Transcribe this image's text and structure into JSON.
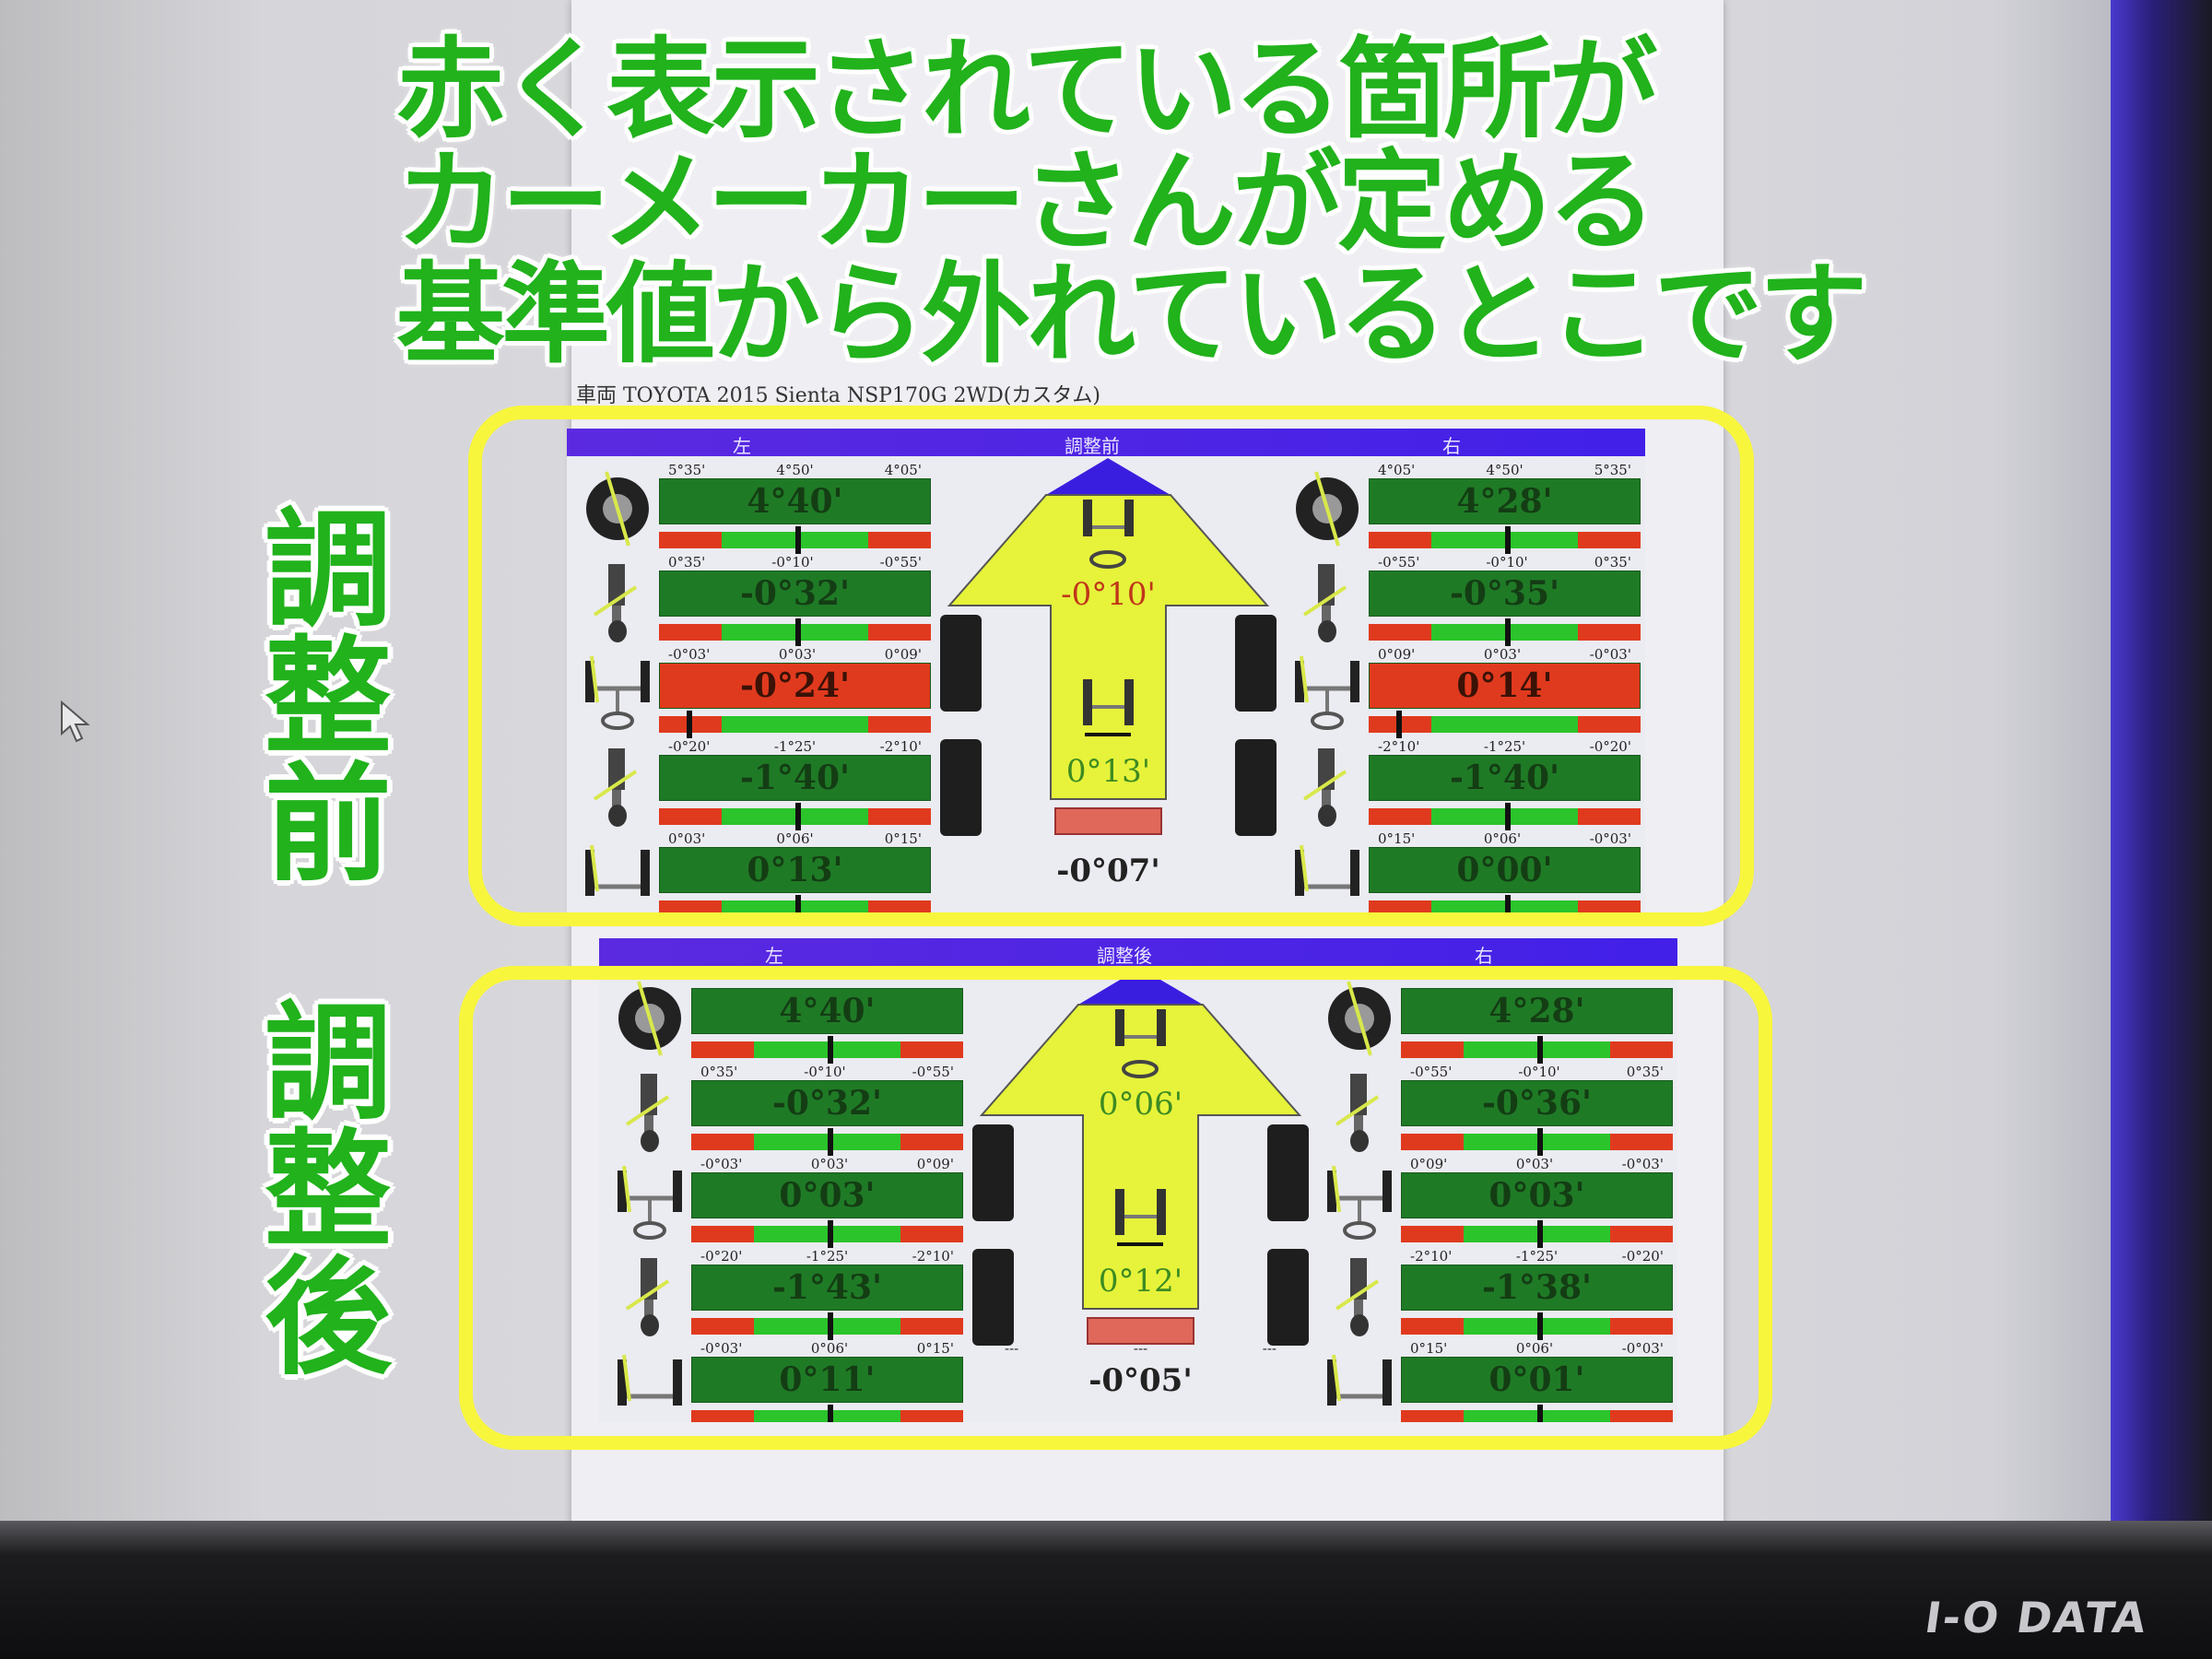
{
  "overlay": {
    "line1": "赤く表示されている箇所が",
    "line2": "カーメーカーさんが定める",
    "line3": "基準値から外れているとこです",
    "label_before": "調整前",
    "label_after": "調整後"
  },
  "vehicle": "車両 TOYOTA 2015 Sienta NSP170G 2WD(カスタム)",
  "brand": "I-O DATA",
  "colors": {
    "ok": "#1f7a26",
    "out": "#e03a1e",
    "header": "#4a22e6",
    "overlay_text": "#21b21c",
    "highlight": "#f8f63c"
  },
  "panels": [
    {
      "id": "before",
      "title": "調整前",
      "left_label": "左",
      "right_label": "右",
      "left": [
        {
          "param": "caster",
          "icon": "wheel-icon",
          "scale": [
            "5°35'",
            "4°50'",
            "4°05'"
          ],
          "value": "4°40'",
          "status": "ok",
          "needle": 0.5
        },
        {
          "param": "camber",
          "icon": "strut-icon",
          "scale": [
            "0°35'",
            "-0°10'",
            "-0°55'"
          ],
          "value": "-0°32'",
          "status": "ok",
          "needle": 0.5
        },
        {
          "param": "toe",
          "icon": "steering-axle-icon",
          "scale": [
            "-0°03'",
            "0°03'",
            "0°09'"
          ],
          "value": "-0°24'",
          "status": "out",
          "needle": 0.1
        },
        {
          "param": "rear-camber",
          "icon": "strut-icon",
          "scale": [
            "-0°20'",
            "-1°25'",
            "-2°10'"
          ],
          "value": "-1°40'",
          "status": "ok",
          "needle": 0.5
        },
        {
          "param": "rear-toe",
          "icon": "axle-icon",
          "scale": [
            "0°03'",
            "0°06'",
            "0°15'"
          ],
          "value": "0°13'",
          "status": "ok",
          "needle": 0.5
        }
      ],
      "right": [
        {
          "param": "caster",
          "icon": "wheel-icon",
          "scale": [
            "4°05'",
            "4°50'",
            "5°35'"
          ],
          "value": "4°28'",
          "status": "ok",
          "needle": 0.5
        },
        {
          "param": "camber",
          "icon": "strut-icon",
          "scale": [
            "-0°55'",
            "-0°10'",
            "0°35'"
          ],
          "value": "-0°35'",
          "status": "ok",
          "needle": 0.5
        },
        {
          "param": "toe",
          "icon": "steering-axle-icon",
          "scale": [
            "0°09'",
            "0°03'",
            "-0°03'"
          ],
          "value": "0°14'",
          "status": "out",
          "needle": 0.1
        },
        {
          "param": "rear-camber",
          "icon": "strut-icon",
          "scale": [
            "-2°10'",
            "-1°25'",
            "-0°20'"
          ],
          "value": "-1°40'",
          "status": "ok",
          "needle": 0.5
        },
        {
          "param": "rear-toe",
          "icon": "axle-icon",
          "scale": [
            "0°15'",
            "0°06'",
            "-0°03'"
          ],
          "value": "0°00'",
          "status": "ok",
          "needle": 0.5
        }
      ],
      "front_total": {
        "value": "-0°10'",
        "status": "out"
      },
      "rear_total": {
        "value": "0°13'",
        "status": "ok"
      },
      "thrust": {
        "value": "-0°07'",
        "scale": [
          "",
          "",
          ""
        ]
      }
    },
    {
      "id": "after",
      "title": "調整後",
      "left_label": "左",
      "right_label": "右",
      "left": [
        {
          "param": "caster",
          "icon": "wheel-icon",
          "scale": [
            "",
            "",
            ""
          ],
          "value": "4°40'",
          "status": "ok",
          "needle": 0.5
        },
        {
          "param": "camber",
          "icon": "strut-icon",
          "scale": [
            "0°35'",
            "-0°10'",
            "-0°55'"
          ],
          "value": "-0°32'",
          "status": "ok",
          "needle": 0.5
        },
        {
          "param": "toe",
          "icon": "steering-axle-icon",
          "scale": [
            "-0°03'",
            "0°03'",
            "0°09'"
          ],
          "value": "0°03'",
          "status": "ok",
          "needle": 0.5
        },
        {
          "param": "rear-camber",
          "icon": "strut-icon",
          "scale": [
            "-0°20'",
            "-1°25'",
            "-2°10'"
          ],
          "value": "-1°43'",
          "status": "ok",
          "needle": 0.5
        },
        {
          "param": "rear-toe",
          "icon": "axle-icon",
          "scale": [
            "-0°03'",
            "0°06'",
            "0°15'"
          ],
          "value": "0°11'",
          "status": "ok",
          "needle": 0.5
        }
      ],
      "right": [
        {
          "param": "caster",
          "icon": "wheel-icon",
          "scale": [
            "",
            "",
            ""
          ],
          "value": "4°28'",
          "status": "ok",
          "needle": 0.5
        },
        {
          "param": "camber",
          "icon": "strut-icon",
          "scale": [
            "-0°55'",
            "-0°10'",
            "0°35'"
          ],
          "value": "-0°36'",
          "status": "ok",
          "needle": 0.5
        },
        {
          "param": "toe",
          "icon": "steering-axle-icon",
          "scale": [
            "0°09'",
            "0°03'",
            "-0°03'"
          ],
          "value": "0°03'",
          "status": "ok",
          "needle": 0.5
        },
        {
          "param": "rear-camber",
          "icon": "strut-icon",
          "scale": [
            "-2°10'",
            "-1°25'",
            "-0°20'"
          ],
          "value": "-1°38'",
          "status": "ok",
          "needle": 0.5
        },
        {
          "param": "rear-toe",
          "icon": "axle-icon",
          "scale": [
            "0°15'",
            "0°06'",
            "-0°03'"
          ],
          "value": "0°01'",
          "status": "ok",
          "needle": 0.5
        }
      ],
      "front_total": {
        "value": "0°06'",
        "status": "ok"
      },
      "rear_total": {
        "value": "0°12'",
        "status": "ok"
      },
      "thrust": {
        "value": "-0°05'",
        "scale": [
          "---",
          "---",
          "---"
        ]
      }
    }
  ]
}
